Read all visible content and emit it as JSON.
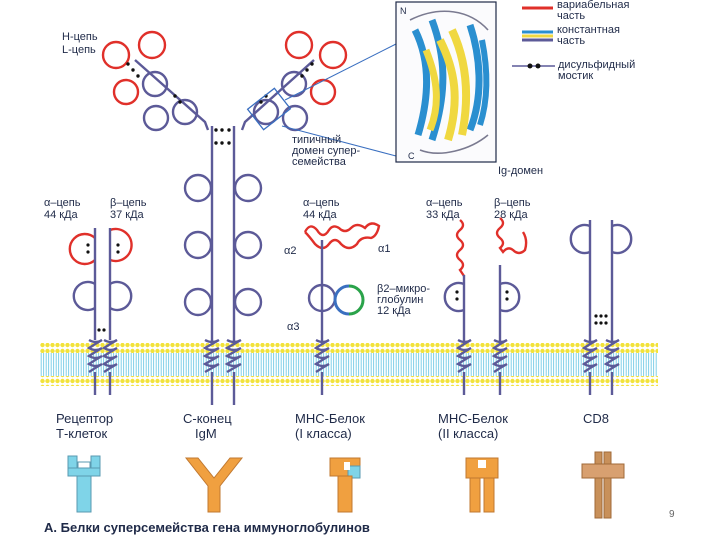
{
  "labels": {
    "h_chain": "Н-цепь",
    "l_chain": "L-цепь",
    "typical_domain": [
      "типичный",
      "домен супер-",
      "семейства"
    ],
    "ig_domain": "Ig-домен",
    "legend_variable": [
      "вариабельная",
      "часть"
    ],
    "legend_constant": [
      "константная",
      "часть"
    ],
    "legend_disulfide": [
      "дисульфидный",
      "мостик"
    ],
    "tcr_alpha": [
      "α–цепь",
      "44 кДа"
    ],
    "tcr_beta": [
      "β–цепь",
      "37 кДа"
    ],
    "mhc1_alpha": [
      "α–цепь",
      "44 кДа"
    ],
    "mhc1_a1": "α1",
    "mhc1_a2": "α2",
    "mhc1_a3": "α3",
    "b2m": [
      "β2–микро-",
      "глобулин",
      "12 кДа"
    ],
    "mhc2_alpha": [
      "α–цепь",
      "33 кДа"
    ],
    "mhc2_beta": [
      "β–цепь",
      "28 кДа"
    ],
    "inset_n": "N",
    "inset_c": "C"
  },
  "bottom_labels": {
    "tcr": [
      "Рецептор",
      "Т-клеток"
    ],
    "igm": [
      "С-конец",
      "IgM"
    ],
    "mhc1": [
      "МНС-Белок",
      "(I класса)"
    ],
    "mhc2": [
      "МНС-Белок",
      "(II класса)"
    ],
    "cd8": [
      "CD8"
    ]
  },
  "caption": "A. Белки суперсемейства гена иммуноглобулинов",
  "page_number": "9",
  "colors": {
    "variable": "#e0302a",
    "constant": "#5c5a98",
    "membrane_yellow": "#f2e23a",
    "membrane_blue": "#7fd0e8",
    "b2m_green": "#2aa34a",
    "b2m_blue": "#3a6fc0",
    "icon_cyan": "#7fd4e8",
    "icon_orange": "#f0a040",
    "icon_brown": "#c8905a"
  },
  "icons": [
    "tcr-icon",
    "antibody-y-icon",
    "mhc1-icon",
    "mhc2-icon",
    "cd8-icon"
  ]
}
